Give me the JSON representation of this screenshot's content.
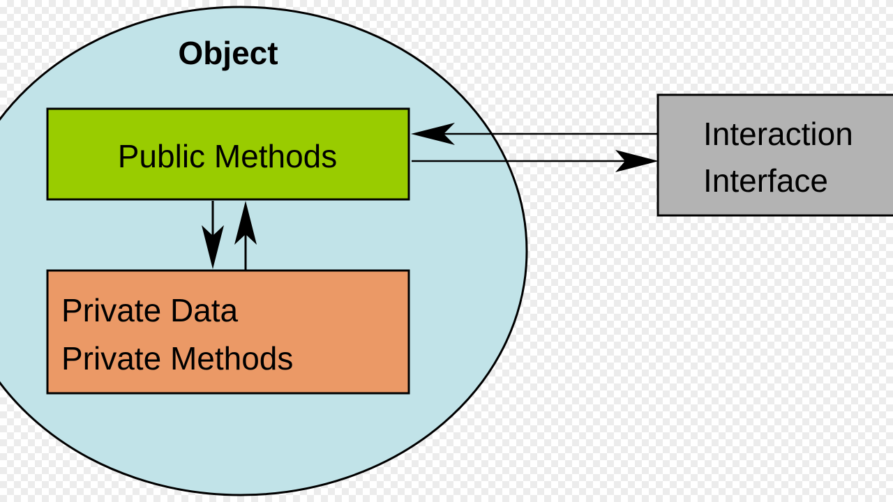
{
  "colors": {
    "object_fill": "#c1e3e8",
    "public_fill": "#99cc00",
    "private_fill": "#eb9966",
    "interface_fill": "#b3b3b3",
    "stroke": "#000000"
  },
  "object": {
    "title": "Object"
  },
  "public_box": {
    "label": "Public Methods"
  },
  "private_box": {
    "line1": "Private Data",
    "line2": "Private Methods"
  },
  "interface_box": {
    "line1": "Interaction",
    "line2": "Interface"
  }
}
